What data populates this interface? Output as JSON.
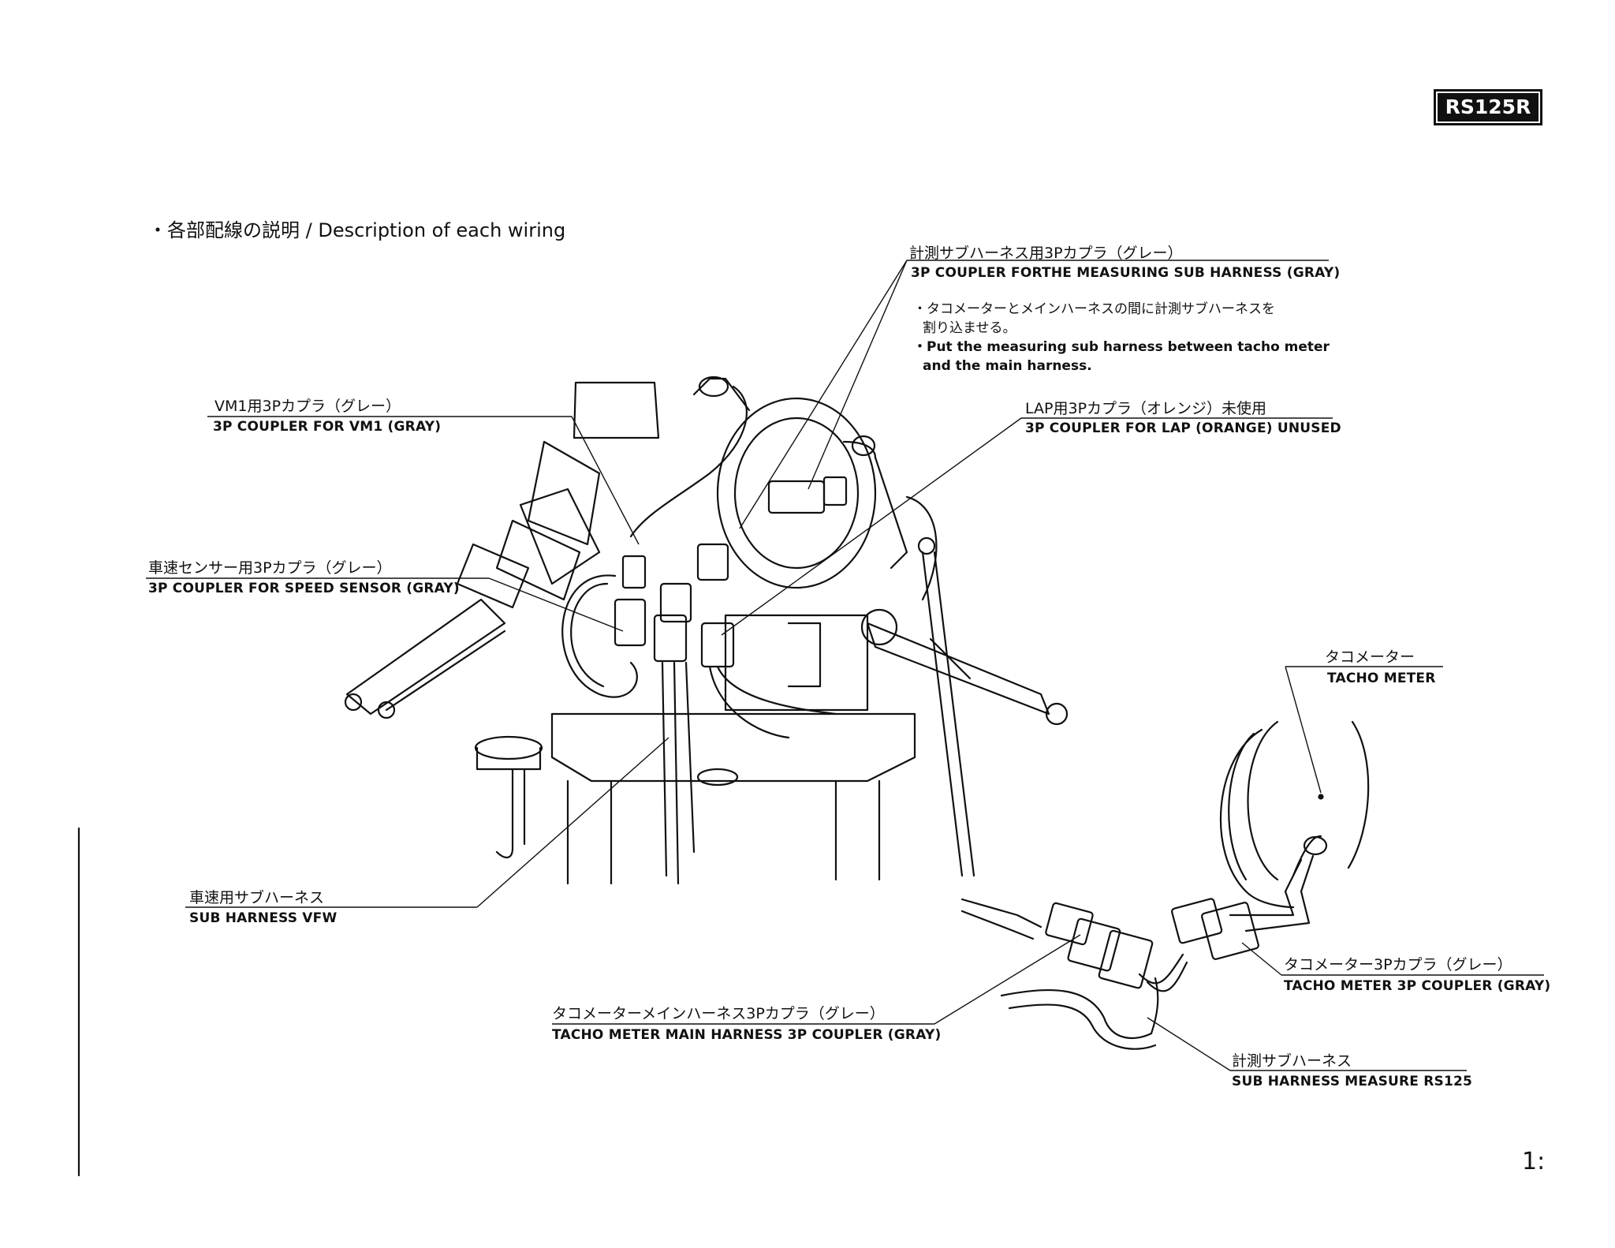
{
  "badge": "RS125R",
  "section_title": "・各部配線の説明 / Description of each wiring",
  "labels": {
    "measuring_coupler_jp": "計測サブハーネス用3Pカプラ（グレー）",
    "measuring_coupler_en": "3P COUPLER FORTHE MEASURING SUB HARNESS (GRAY)",
    "note_jp_1": "・タコメーターとメインハーネスの間に計測サブハーネスを",
    "note_jp_2": "割り込ませる。",
    "note_en_1": "・Put the measuring sub harness between tacho meter",
    "note_en_2": "and the main harness.",
    "vm1_jp": "VM1用3Pカプラ（グレー）",
    "vm1_en": "3P COUPLER FOR VM1 (GRAY)",
    "lap_jp": "LAP用3Pカプラ（オレンジ）未使用",
    "lap_en": "3P COUPLER FOR LAP (ORANGE) UNUSED",
    "speed_jp": "車速センサー用3Pカプラ（グレー）",
    "speed_en": "3P COUPLER FOR SPEED SENSOR (GRAY)",
    "tacho_jp": "タコメーター",
    "tacho_en": "TACHO METER",
    "subvfw_jp": "車速用サブハーネス",
    "subvfw_en": "SUB HARNESS VFW",
    "tacho3p_jp": "タコメーター3Pカプラ（グレー）",
    "tacho3p_en": "TACHO METER 3P COUPLER (GRAY)",
    "tachomain_jp": "タコメーターメインハーネス3Pカプラ（グレー）",
    "tachomain_en": "TACHO METER MAIN HARNESS 3P COUPLER (GRAY)",
    "submeasure_jp": "計測サブハーネス",
    "submeasure_en": "SUB HARNESS MEASURE RS125"
  },
  "page_number": "1:"
}
